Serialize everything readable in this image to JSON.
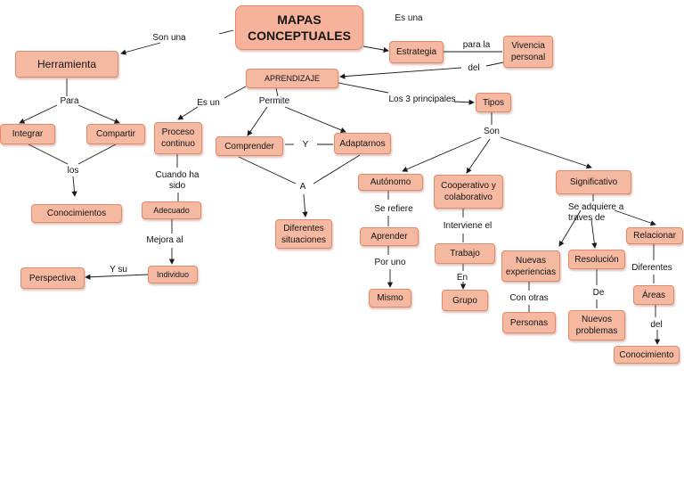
{
  "nodes": {
    "mapas": "MAPAS CONCEPTUALES",
    "herramienta": "Herramienta",
    "estrategia": "Estrategia",
    "vivencia": "Vivencia personal",
    "aprendizaje": "APRENDIZAJE",
    "integrar": "Integrar",
    "compartir": "Compartir",
    "conocimientos": "Conocimientos",
    "proceso": "Proceso continuo",
    "adecuado": "Adecuado",
    "individuo": "Individuo",
    "perspectiva": "Perspectiva",
    "comprender": "Comprender",
    "adaptarnos": "Adaptarnos",
    "diferentes_situaciones": "Diferentes situaciones",
    "tipos": "Tipos",
    "autonomo": "Autónomo",
    "aprender": "Aprender",
    "mismo": "Mismo",
    "cooperativo": "Cooperativo y colaborativo",
    "trabajo": "Trabajo",
    "grupo": "Grupo",
    "significativo": "Significativo",
    "nuevas_experiencias": "Nuevas experiencias",
    "personas": "Personas",
    "resolucion": "Resolución",
    "nuevos_problemas": "Nuevos problemas",
    "relacionar": "Relacionar",
    "areas": "Áreas",
    "conocimiento": "Conocimiento"
  },
  "links": {
    "son_una": "Son una",
    "es_una": "Es una",
    "para_la": "para la",
    "del": "del",
    "para": "Para",
    "los": "los",
    "es_un": "Es un",
    "cuando_ha_sido": "Cuando ha sido",
    "mejora_al": "Mejora al",
    "y_su": "Y su",
    "permite": "Permite",
    "y": "Y",
    "a": "A",
    "los_3_principales": "Los 3 principales",
    "son": "Son",
    "se_refiere": "Se refiere",
    "por_uno": "Por uno",
    "interviene_el": "Interviene el",
    "en": "En",
    "se_adquiere": "Se adquiere a traves de",
    "con_otras": "Con otras",
    "de": "De",
    "diferentes": "Diferentes",
    "del2": "del"
  }
}
